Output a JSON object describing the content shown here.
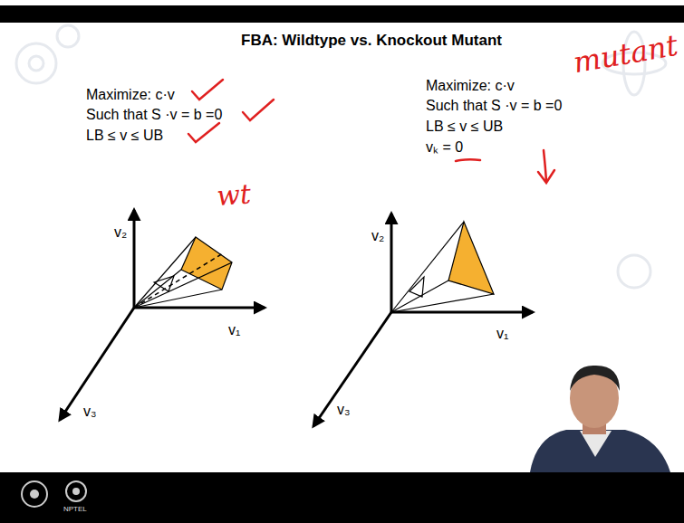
{
  "diagram": {
    "title": "FBA: Wildtype vs. Knockout Mutant",
    "labels": [
      "Maximize: c·v",
      "Such that S ·v = b =0",
      "LB ≤ v ≤ UB",
      "v₂",
      "v₁",
      "v₃",
      "wt",
      "Maximize: c·v",
      "Such that S ·v = b =0",
      "LB ≤ v ≤ UB",
      "vₖ = 0",
      "mutant",
      "v₂",
      "v₁",
      "v₃",
      "NPTEL"
    ]
  }
}
